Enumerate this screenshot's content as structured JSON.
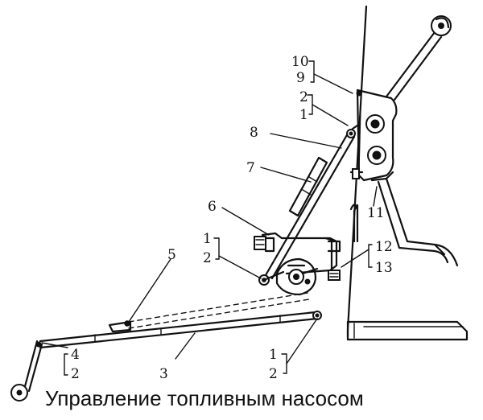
{
  "caption": "Управление топливным насосом",
  "callouts": {
    "c10_9": [
      "10",
      "9"
    ],
    "c2_1_top": [
      "2",
      "1"
    ],
    "c8": "8",
    "c7": "7",
    "c6": "6",
    "c11": "11",
    "c12_13": [
      "12",
      "13"
    ],
    "c1_2_mid": [
      "1",
      "2"
    ],
    "c5": "5",
    "c4_2": [
      "4",
      "2"
    ],
    "c3": "3",
    "c1_2_bottom": [
      "1",
      "2"
    ]
  },
  "colors": {
    "ink": "#111111",
    "paper": "#ffffff"
  }
}
